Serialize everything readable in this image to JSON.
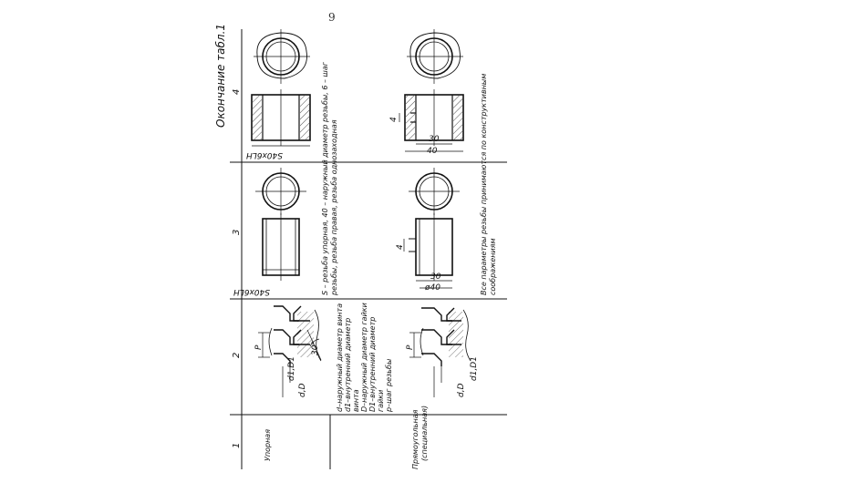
{
  "page_number": "9",
  "table_caption": "Окончание табл.1",
  "column_numbers": [
    "1",
    "2",
    "3",
    "4"
  ],
  "rows": [
    {
      "name": "Упорная",
      "profile_labels": {
        "pitch": "P",
        "angle": "30°",
        "outer": "d,D",
        "inner": "d1,D1"
      },
      "legend": [
        "d–наружный диаметр винта",
        "d1–внутренний диаметр",
        "винта",
        "D–наружный диаметр гайки",
        "D1–внутренний диаметр",
        "гайки",
        "p–шаг резьбы"
      ],
      "col3_designation": "S40x6LH",
      "col4_designation": "S40x6LH",
      "note": [
        "S – резьба упорная, 40 – наружный диаметр резьбы, 6 – шаг",
        "резьбы, резьба правая, резьба однозаходная"
      ]
    },
    {
      "name": "Прямоугольная (специальная)",
      "name_lines": [
        "Прямоугольная",
        "(специальная)"
      ],
      "profile_labels": {
        "pitch": "P",
        "outer": "d,D",
        "inner": "d1,D1"
      },
      "col3_dims": {
        "height": "4",
        "inner": "30",
        "outer": "ø40"
      },
      "col4_dims": {
        "height": "4",
        "inner": "30",
        "outer": "40"
      },
      "note": [
        "Все параметры резьбы принимаются по конструктивным",
        "соображениям"
      ]
    }
  ]
}
